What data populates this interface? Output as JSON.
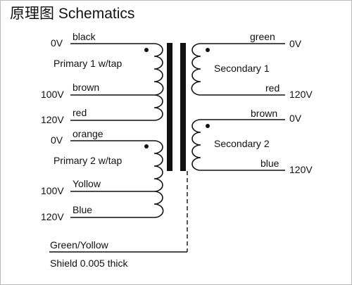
{
  "title": "原理图 Schematics",
  "primary1": {
    "name": "Primary  1  w/tap",
    "taps": [
      {
        "voltage": "0V",
        "color": "black"
      },
      {
        "voltage": "100V",
        "color": "brown"
      },
      {
        "voltage": "120V",
        "color": "red"
      }
    ]
  },
  "primary2": {
    "name": "Primary  2  w/tap",
    "taps": [
      {
        "voltage": "0V",
        "color": "orange"
      },
      {
        "voltage": "100V",
        "color": "Yollow"
      },
      {
        "voltage": "120V",
        "color": "Blue"
      }
    ]
  },
  "secondary1": {
    "name": "Secondary 1",
    "taps": [
      {
        "voltage": "0V",
        "color": "green"
      },
      {
        "voltage": "120V",
        "color": "red"
      }
    ]
  },
  "secondary2": {
    "name": "Secondary 2",
    "taps": [
      {
        "voltage": "0V",
        "color": "brown"
      },
      {
        "voltage": "120V",
        "color": "blue"
      }
    ]
  },
  "shield": {
    "wire_color": "Green/Yollow",
    "description": "Shield 0.005 thick"
  }
}
